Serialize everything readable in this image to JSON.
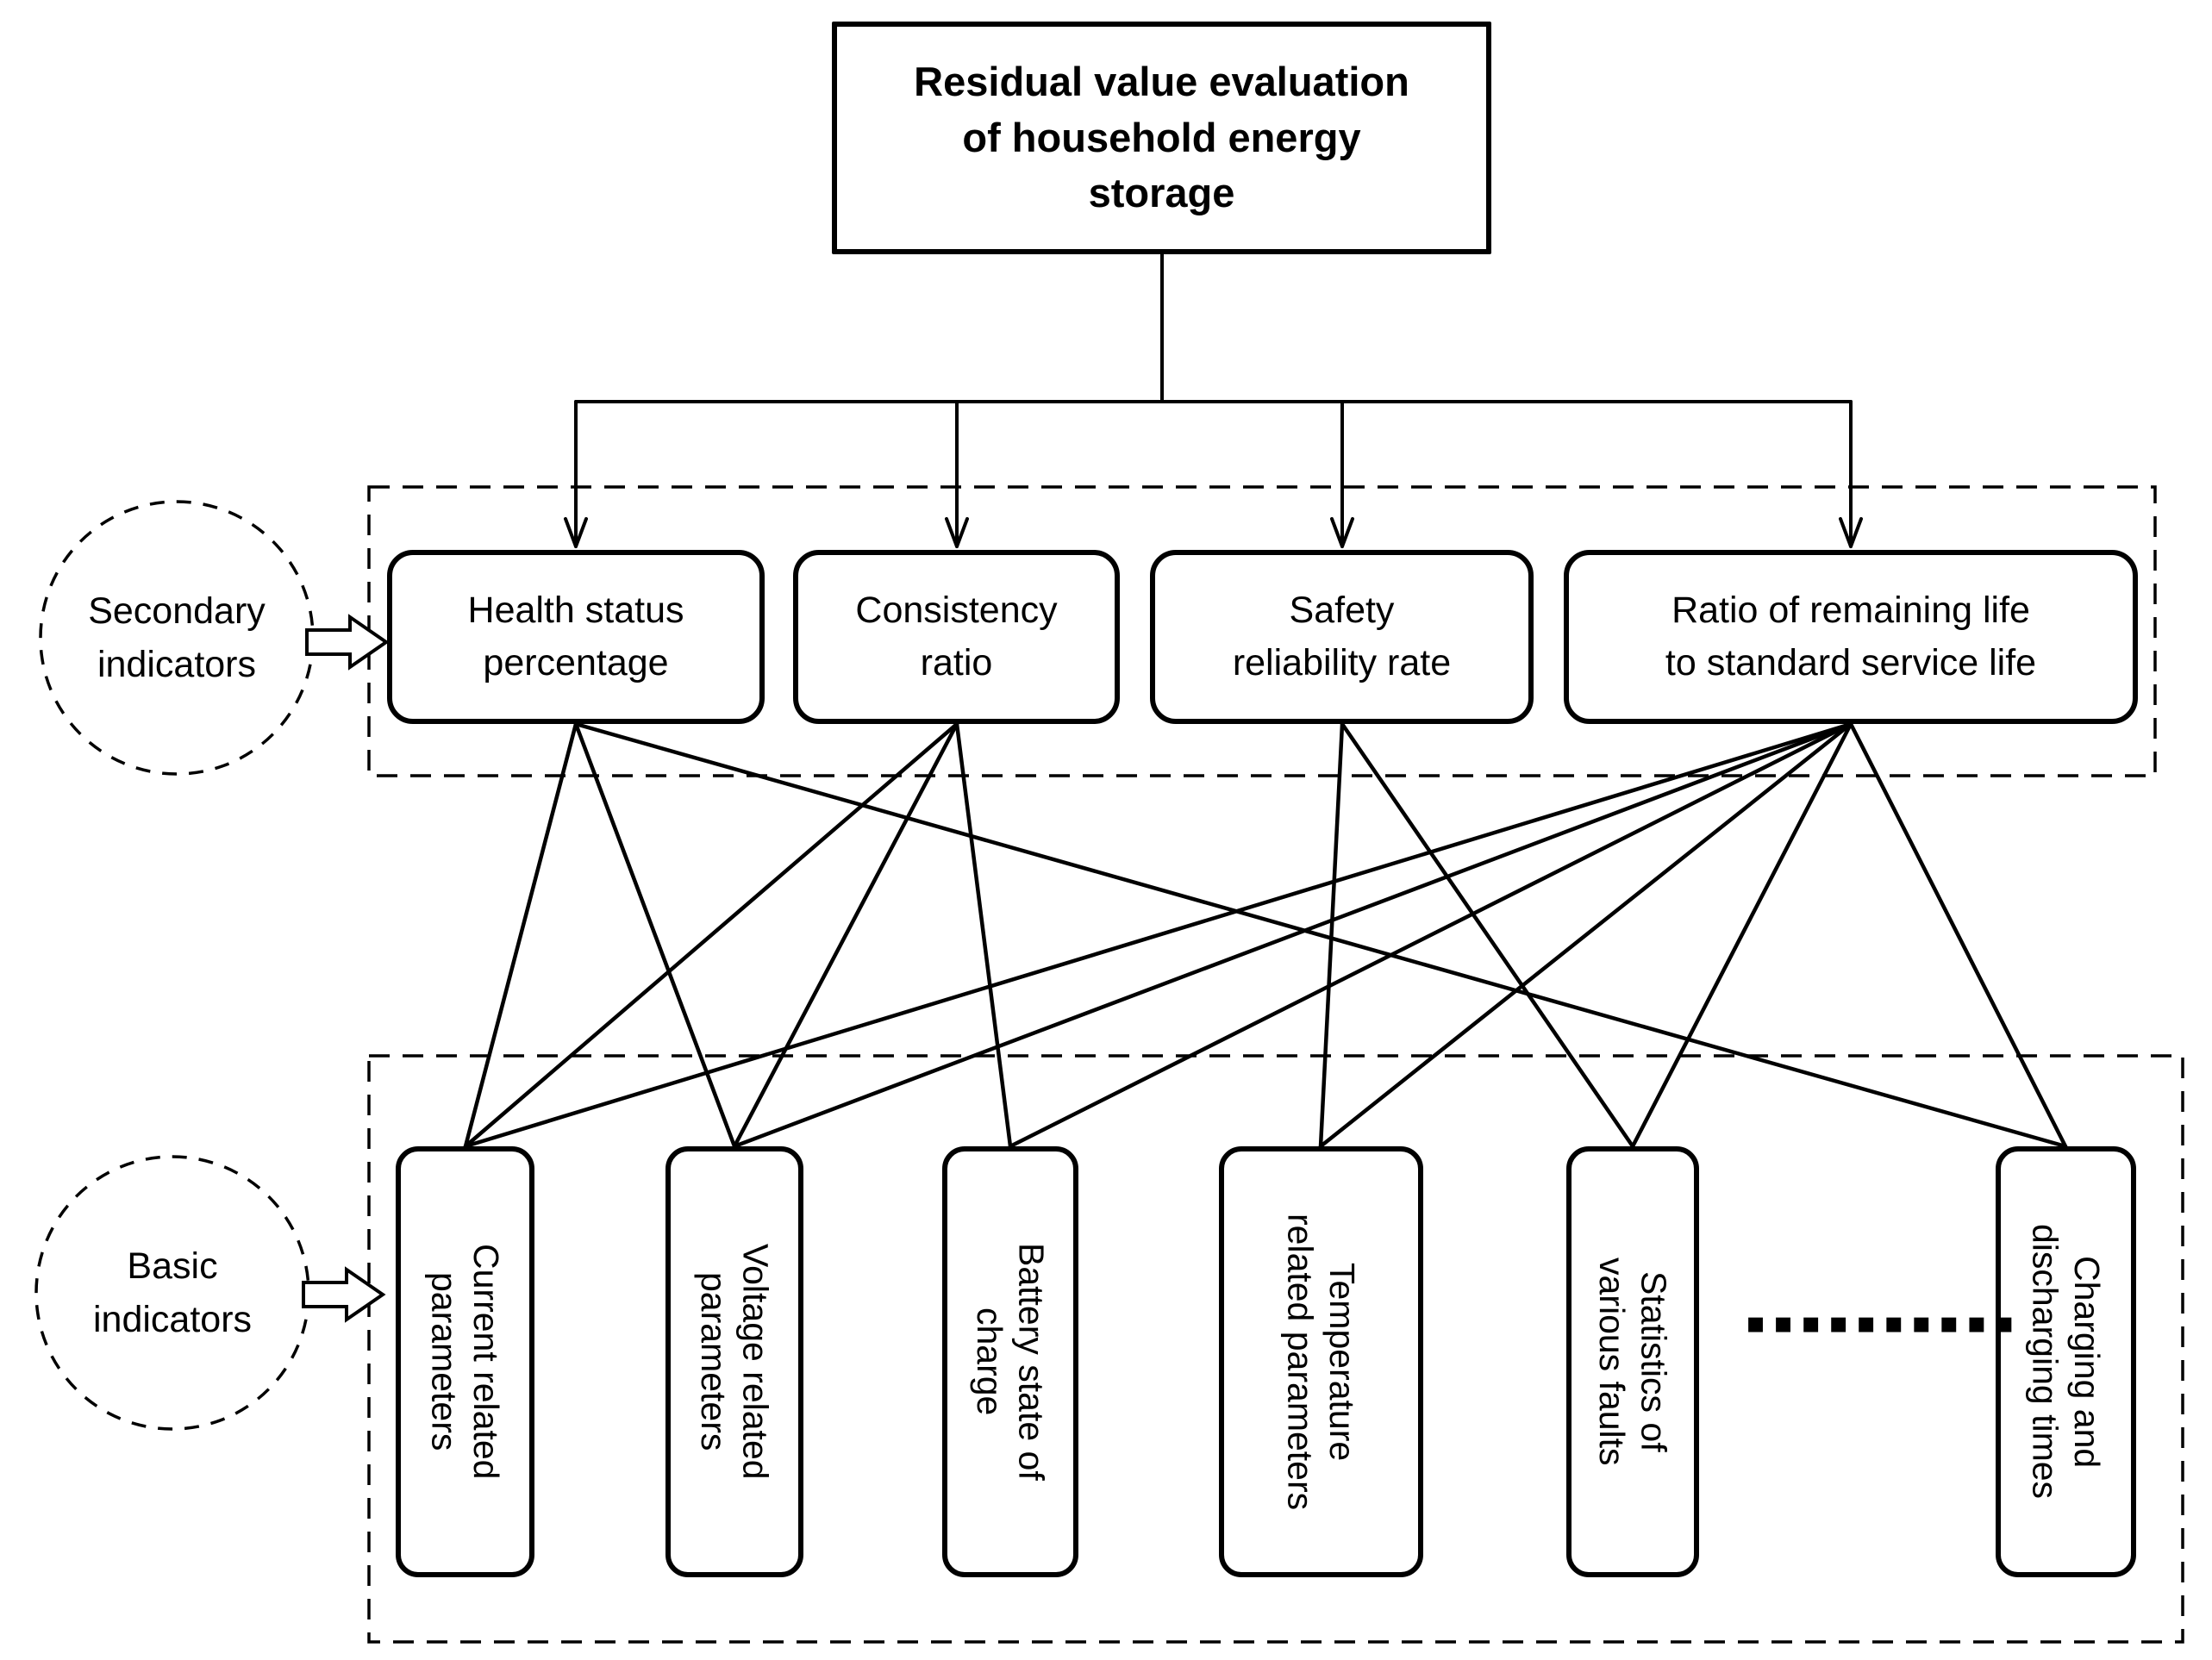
{
  "title": {
    "label": "Residual value evaluation\nof household energy\nstorage"
  },
  "groups": {
    "secondary": {
      "circle_label": "Secondary\nindicators",
      "boxes": [
        {
          "id": "health",
          "label": "Health status\npercentage"
        },
        {
          "id": "consistency",
          "label": "Consistency\nratio"
        },
        {
          "id": "safety",
          "label": "Safety\nreliability rate"
        },
        {
          "id": "ratio",
          "label": "Ratio of remaining life\nto standard service life"
        }
      ]
    },
    "basic": {
      "circle_label": "Basic\nindicators",
      "ellipsis": "▪▪▪▪▪▪▪▪▪▪",
      "boxes": [
        {
          "id": "current",
          "label": "Current related\nparameters"
        },
        {
          "id": "voltage",
          "label": "Voltage related\nparameters"
        },
        {
          "id": "soc",
          "label": "Battery state of\ncharge"
        },
        {
          "id": "temperature",
          "label": "Temperature\nrelated parameters"
        },
        {
          "id": "faults",
          "label": "Statistics of\nvarious faults"
        },
        {
          "id": "charging",
          "label": "Charging and\ndischarging times"
        }
      ]
    }
  },
  "edges": [
    [
      "health",
      "current"
    ],
    [
      "health",
      "voltage"
    ],
    [
      "health",
      "charging"
    ],
    [
      "consistency",
      "current"
    ],
    [
      "consistency",
      "voltage"
    ],
    [
      "consistency",
      "soc"
    ],
    [
      "safety",
      "temperature"
    ],
    [
      "safety",
      "faults"
    ],
    [
      "ratio",
      "current"
    ],
    [
      "ratio",
      "voltage"
    ],
    [
      "ratio",
      "soc"
    ],
    [
      "ratio",
      "temperature"
    ],
    [
      "ratio",
      "faults"
    ],
    [
      "ratio",
      "charging"
    ]
  ],
  "colors": {
    "ink": "#000000",
    "background": "#ffffff"
  }
}
